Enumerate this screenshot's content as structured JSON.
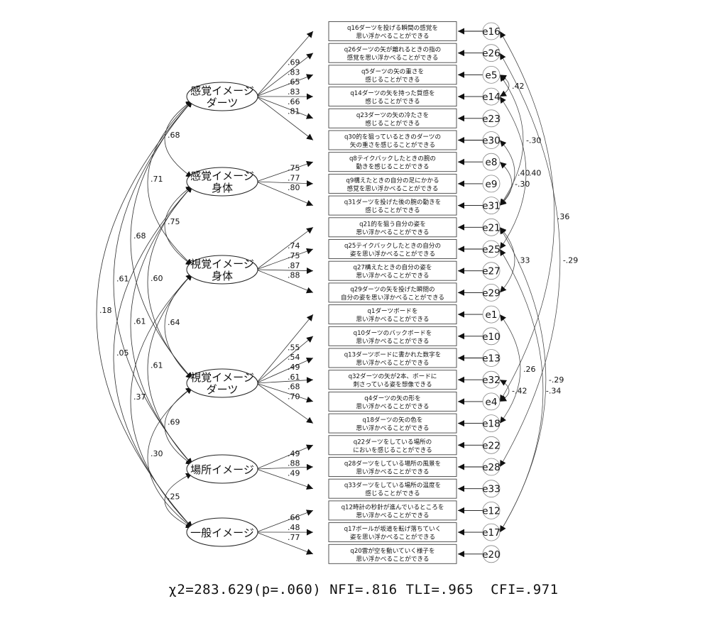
{
  "factors": [
    {
      "id": "F1",
      "lines": [
        "感覚イメージ",
        "ダーツ"
      ]
    },
    {
      "id": "F2",
      "lines": [
        "感覚イメージ",
        "身体"
      ]
    },
    {
      "id": "F3",
      "lines": [
        "視覚イメージ",
        "身体"
      ]
    },
    {
      "id": "F4",
      "lines": [
        "視覚イメージ",
        "ダーツ"
      ]
    },
    {
      "id": "F5",
      "lines": [
        "場所イメージ"
      ]
    },
    {
      "id": "F6",
      "lines": [
        "一般イメージ"
      ]
    }
  ],
  "items": [
    {
      "lines": [
        "q16ダーツを投げる瞬間の感覚を",
        "思い浮かべることができる"
      ],
      "error": "e16",
      "factor": "F1",
      "loading": ".69"
    },
    {
      "lines": [
        "q26ダーツの矢が離れるときの指の",
        "感覚を思い浮かべることができる"
      ],
      "error": "e26",
      "factor": "F1",
      "loading": ".83"
    },
    {
      "lines": [
        "q5ダーツの矢の重さを",
        "感じることができる"
      ],
      "error": "e5",
      "factor": "F1",
      "loading": ".65"
    },
    {
      "lines": [
        "q14ダーツの矢を持った質感を",
        "感じることができる"
      ],
      "error": "e14",
      "factor": "F1",
      "loading": ".83"
    },
    {
      "lines": [
        "q23ダーツの矢の冷たさを",
        "感じることができる"
      ],
      "error": "e23",
      "factor": "F1",
      "loading": ".66"
    },
    {
      "lines": [
        "q30的を狙っているときのダーツの",
        "矢の重さを感じることができる"
      ],
      "error": "e30",
      "factor": "F1",
      "loading": ".81"
    },
    {
      "lines": [
        "q8テイクバックしたときの腕の",
        "動きを感じることができる"
      ],
      "error": "e8",
      "factor": "F2",
      "loading": ".75"
    },
    {
      "lines": [
        "q9構えたときの自分の足にかかる",
        "感覚を思い浮かべることができる"
      ],
      "error": "e9",
      "factor": "F2",
      "loading": ".77"
    },
    {
      "lines": [
        "q31ダーツを投げた後の腕の動きを",
        "感じることができる"
      ],
      "error": "e31",
      "factor": "F2",
      "loading": ".80"
    },
    {
      "lines": [
        "q21的を狙う自分の姿を",
        "思い浮かべることができる"
      ],
      "error": "e21",
      "factor": "F3",
      "loading": ".74"
    },
    {
      "lines": [
        "q25テイクバックしたときの自分の",
        "姿を思い浮かべることができる"
      ],
      "error": "e25",
      "factor": "F3",
      "loading": ".75"
    },
    {
      "lines": [
        "q27構えたときの自分の姿を",
        "思い浮かべることができる"
      ],
      "error": "e27",
      "factor": "F3",
      "loading": ".87"
    },
    {
      "lines": [
        "q29ダーツの矢を投げた瞬間の",
        "自分の姿を思い浮かべることができる"
      ],
      "error": "e29",
      "factor": "F3",
      "loading": ".88"
    },
    {
      "lines": [
        "q1ダーツボードを",
        "思い浮かべることができる"
      ],
      "error": "e1",
      "factor": "F4",
      "loading": ".55"
    },
    {
      "lines": [
        "q10ダーツのバックボードを",
        "思い浮かべることができる"
      ],
      "error": "e10",
      "factor": "F4",
      "loading": ".54"
    },
    {
      "lines": [
        "q13ダーツボードに書かれた数字を",
        "思い浮かべることができる"
      ],
      "error": "e13",
      "factor": "F4",
      "loading": ".49"
    },
    {
      "lines": [
        "q32ダーツの矢が2本、ボードに",
        "刺さっている姿を想像できる"
      ],
      "error": "e32",
      "factor": "F4",
      "loading": ".61"
    },
    {
      "lines": [
        "q4ダーツの矢の形を",
        "思い浮かべることができる"
      ],
      "error": "e4",
      "factor": "F4",
      "loading": ".68"
    },
    {
      "lines": [
        "q18ダーツの矢の色を",
        "思い浮かべることができる"
      ],
      "error": "e18",
      "factor": "F4",
      "loading": ".70"
    },
    {
      "lines": [
        "q22ダーツをしている場所の",
        "においを感じることができる"
      ],
      "error": "e22",
      "factor": "F5",
      "loading": ".49"
    },
    {
      "lines": [
        "q28ダーツをしている場所の風景を",
        "思い浮かべることができる"
      ],
      "error": "e28",
      "factor": "F5",
      "loading": ".88"
    },
    {
      "lines": [
        "q33ダーツをしている場所の温度を",
        "感じることができる"
      ],
      "error": "e33",
      "factor": "F5",
      "loading": ".49"
    },
    {
      "lines": [
        "q12時計の秒針が進んでいるところを",
        "思い浮かべることができる"
      ],
      "error": "e12",
      "factor": "F6",
      "loading": ".66"
    },
    {
      "lines": [
        "q17ボールが坂道を転げ落ちていく",
        "姿を思い浮かべることができる"
      ],
      "error": "e17",
      "factor": "F6",
      "loading": ".48"
    },
    {
      "lines": [
        "q20雲が空を動いていく様子を",
        "思い浮かべることができる"
      ],
      "error": "e20",
      "factor": "F6",
      "loading": ".77"
    }
  ],
  "factor_correlations": [
    {
      "a": "F1",
      "b": "F2",
      "value": ".68"
    },
    {
      "a": "F1",
      "b": "F3",
      "value": ".71"
    },
    {
      "a": "F1",
      "b": "F4",
      "value": ".68"
    },
    {
      "a": "F1",
      "b": "F5",
      "value": ".61"
    },
    {
      "a": "F1",
      "b": "F6",
      "value": ".18"
    },
    {
      "a": "F2",
      "b": "F3",
      "value": ".75"
    },
    {
      "a": "F2",
      "b": "F4",
      "value": ".60"
    },
    {
      "a": "F2",
      "b": "F5",
      "value": ".61"
    },
    {
      "a": "F2",
      "b": "F6",
      "value": ".05"
    },
    {
      "a": "F3",
      "b": "F4",
      "value": ".64"
    },
    {
      "a": "F3",
      "b": "F5",
      "value": ".61"
    },
    {
      "a": "F3",
      "b": "F6",
      "value": ".37"
    },
    {
      "a": "F4",
      "b": "F5",
      "value": ".69"
    },
    {
      "a": "F4",
      "b": "F6",
      "value": ".30"
    },
    {
      "a": "F5",
      "b": "F6",
      "value": ".25"
    }
  ],
  "error_covariances": [
    {
      "a": "e5",
      "b": "e14",
      "value": ".42"
    },
    {
      "a": "e5",
      "b": "e31",
      "value": "-.30"
    },
    {
      "a": "e16",
      "b": "e4",
      "value": ".36"
    },
    {
      "a": "e30",
      "b": "e31",
      "value": ".40"
    },
    {
      "a": "e8",
      "b": "e31",
      "value": "-.30"
    },
    {
      "a": "e14",
      "b": "e25",
      "value": ".40"
    },
    {
      "a": "e26",
      "b": "e28",
      "value": "-.29"
    },
    {
      "a": "e21",
      "b": "e29",
      "value": ".33"
    },
    {
      "a": "e1",
      "b": "e18",
      "value": ".26"
    },
    {
      "a": "e32",
      "b": "e4",
      "value": "-.42"
    },
    {
      "a": "e25",
      "b": "e17",
      "value": "-.34"
    },
    {
      "a": "e21",
      "b": "e17",
      "value": "-.29"
    }
  ],
  "fit_text": "χ2=283.629(p=.060) NFI=.816 TLI=.965  CFI=.971"
}
